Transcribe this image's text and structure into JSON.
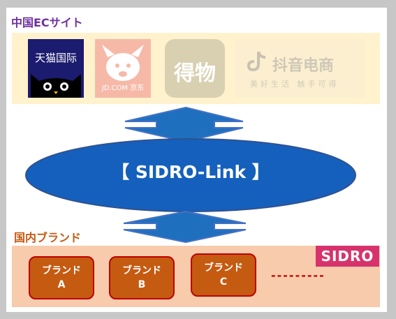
{
  "ec_section": {
    "title": "中国ECサイト",
    "logos": [
      {
        "name": "tmall",
        "text": "天猫国际"
      },
      {
        "name": "jd",
        "text": "JD.COM 京东"
      },
      {
        "name": "dewu",
        "text": "得物"
      },
      {
        "name": "douyin",
        "text": "抖音电商",
        "subtext": "美好生活 触手可得"
      }
    ]
  },
  "center": {
    "label": "【 SIDRO-Link 】"
  },
  "brand_section": {
    "title": "国内ブランド",
    "badge": "SIDRO",
    "brands": [
      {
        "line1": "ブランド",
        "line2": "A"
      },
      {
        "line1": "ブランド",
        "line2": "B"
      },
      {
        "line1": "ブランド",
        "line2": "C"
      }
    ],
    "more": "---------"
  },
  "colors": {
    "ec_title": "#7030a0",
    "brand_title": "#c55a11",
    "arrow": "#1f6fbf",
    "ellipse": "#1560bd",
    "brand_box": "#c55a11",
    "badge": "#d6336c"
  }
}
